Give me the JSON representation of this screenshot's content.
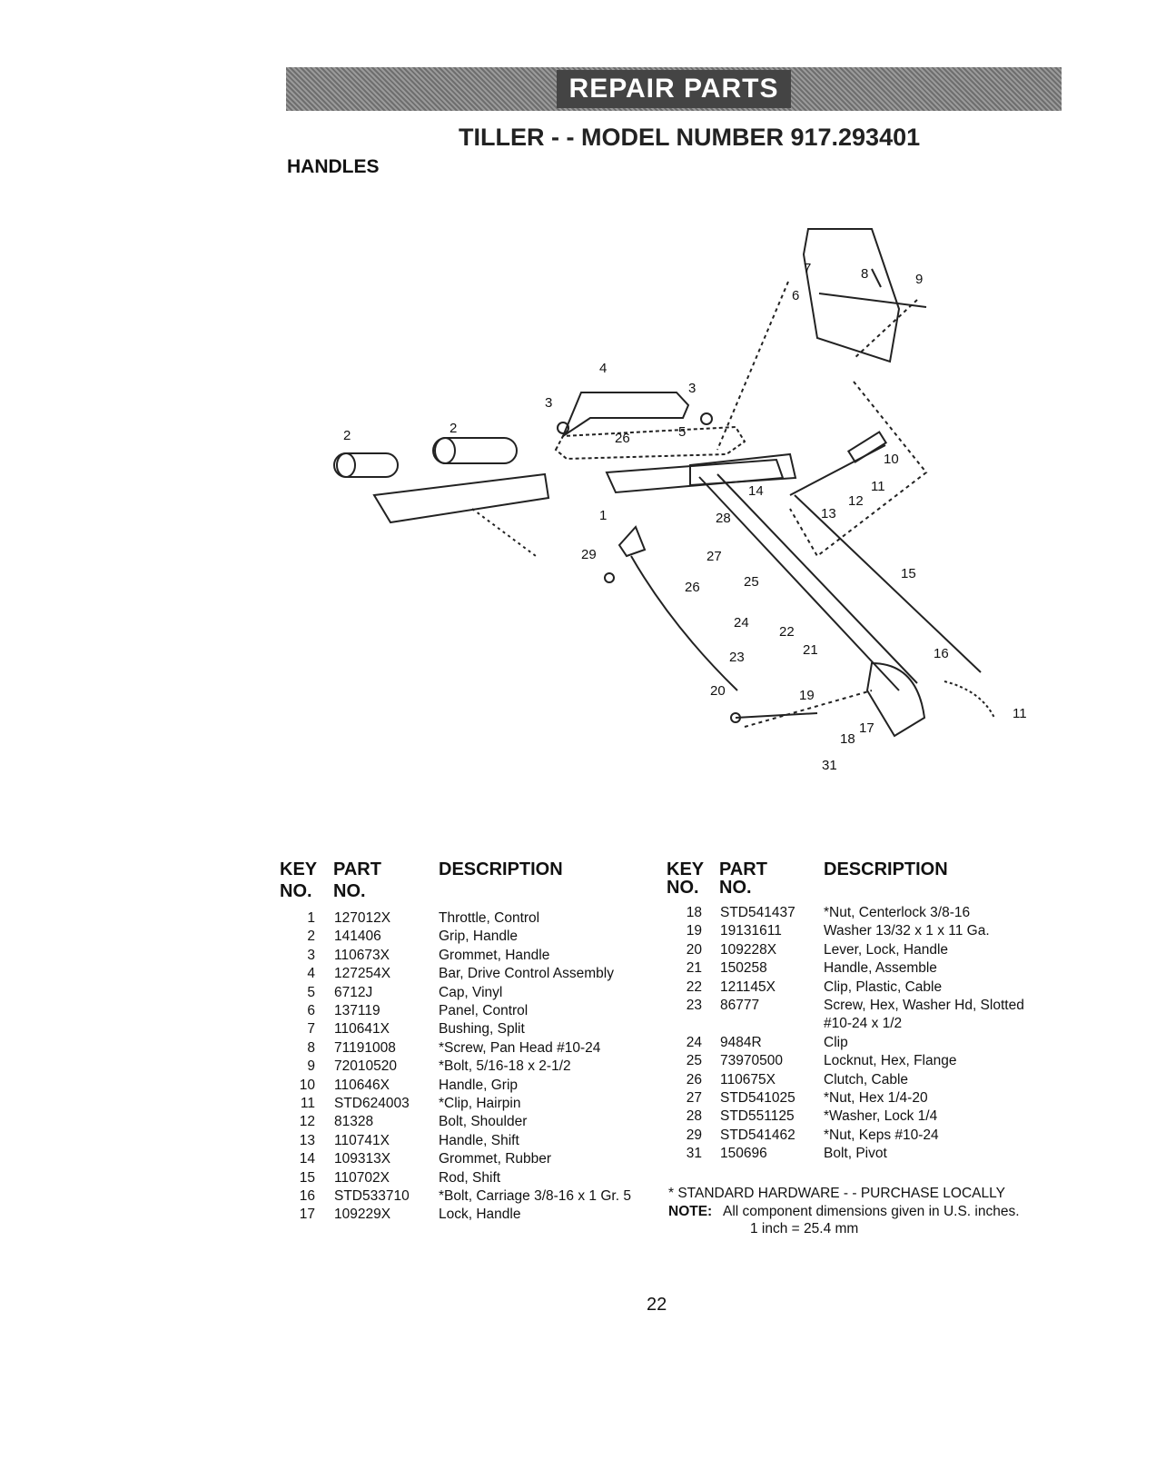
{
  "header": {
    "banner": "REPAIR PARTS",
    "model_title": "TILLER - - MODEL NUMBER 917.293401",
    "section": "HANDLES"
  },
  "diagram_callouts": [
    "1",
    "2",
    "2",
    "3",
    "3",
    "4",
    "5",
    "6",
    "7",
    "8",
    "9",
    "10",
    "11",
    "11",
    "12",
    "13",
    "14",
    "15",
    "16",
    "17",
    "18",
    "19",
    "20",
    "21",
    "22",
    "23",
    "24",
    "25",
    "26",
    "26",
    "27",
    "28",
    "29",
    "31"
  ],
  "table_headers": {
    "key_line1": "KEY",
    "key_line2": "NO.",
    "part_line1": "PART",
    "part_line2": "NO.",
    "description": "DESCRIPTION"
  },
  "parts_left": [
    {
      "key": "1",
      "part": "127012X",
      "desc": "Throttle, Control"
    },
    {
      "key": "2",
      "part": "141406",
      "desc": "Grip, Handle"
    },
    {
      "key": "3",
      "part": "110673X",
      "desc": "Grommet, Handle"
    },
    {
      "key": "4",
      "part": "127254X",
      "desc": "Bar, Drive Control Assembly"
    },
    {
      "key": "5",
      "part": "6712J",
      "desc": "Cap, Vinyl"
    },
    {
      "key": "6",
      "part": "137119",
      "desc": "Panel, Control"
    },
    {
      "key": "7",
      "part": "110641X",
      "desc": "Bushing, Split"
    },
    {
      "key": "8",
      "part": "71191008",
      "desc": "*Screw, Pan Head #10-24"
    },
    {
      "key": "9",
      "part": "72010520",
      "desc": "*Bolt, 5/16-18 x 2-1/2"
    },
    {
      "key": "10",
      "part": "110646X",
      "desc": "Handle, Grip"
    },
    {
      "key": "11",
      "part": "STD624003",
      "desc": "*Clip, Hairpin"
    },
    {
      "key": "12",
      "part": "81328",
      "desc": "Bolt, Shoulder"
    },
    {
      "key": "13",
      "part": "110741X",
      "desc": "Handle, Shift"
    },
    {
      "key": "14",
      "part": "109313X",
      "desc": "Grommet, Rubber"
    },
    {
      "key": "15",
      "part": "110702X",
      "desc": "Rod, Shift"
    },
    {
      "key": "16",
      "part": "STD533710",
      "desc": "*Bolt, Carriage 3/8-16 x 1 Gr. 5"
    },
    {
      "key": "17",
      "part": "109229X",
      "desc": "Lock, Handle"
    }
  ],
  "parts_right": [
    {
      "key": "18",
      "part": "STD541437",
      "desc": "*Nut, Centerlock 3/8-16",
      "desc2": ""
    },
    {
      "key": "19",
      "part": "19131611",
      "desc": "Washer 13/32 x 1 x 11 Ga.",
      "desc2": ""
    },
    {
      "key": "20",
      "part": "109228X",
      "desc": "Lever, Lock, Handle",
      "desc2": ""
    },
    {
      "key": "21",
      "part": "150258",
      "desc": "Handle, Assemble",
      "desc2": ""
    },
    {
      "key": "22",
      "part": "121145X",
      "desc": "Clip, Plastic, Cable",
      "desc2": ""
    },
    {
      "key": "23",
      "part": "86777",
      "desc": "Screw, Hex, Washer Hd, Slotted",
      "desc2": "#10-24 x 1/2"
    },
    {
      "key": "24",
      "part": "9484R",
      "desc": "Clip",
      "desc2": ""
    },
    {
      "key": "25",
      "part": "73970500",
      "desc": "Locknut, Hex, Flange",
      "desc2": ""
    },
    {
      "key": "26",
      "part": "110675X",
      "desc": "Clutch, Cable",
      "desc2": ""
    },
    {
      "key": "27",
      "part": "STD541025",
      "desc": "*Nut, Hex 1/4-20",
      "desc2": ""
    },
    {
      "key": "28",
      "part": "STD551125",
      "desc": "*Washer, Lock 1/4",
      "desc2": ""
    },
    {
      "key": "29",
      "part": "STD541462",
      "desc": "*Nut, Keps #10-24",
      "desc2": ""
    },
    {
      "key": "31",
      "part": "150696",
      "desc": "Bolt, Pivot",
      "desc2": ""
    }
  ],
  "footnotes": {
    "standard": "* STANDARD HARDWARE - - PURCHASE LOCALLY",
    "note_label": "NOTE:",
    "note_text": "All component dimensions given in U.S. inches.",
    "conversion": "1 inch = 25.4 mm"
  },
  "page_number": "22"
}
